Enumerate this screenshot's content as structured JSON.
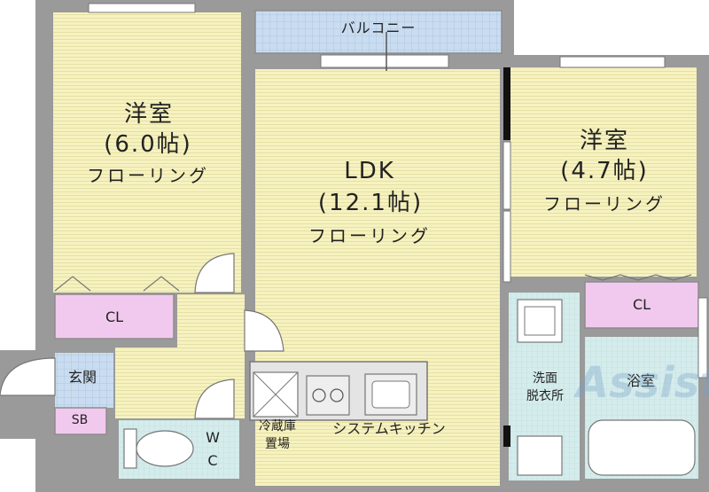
{
  "rooms": {
    "western_left": {
      "name": "洋室",
      "size": "(6.0帖)",
      "floor": "フローリング"
    },
    "ldk": {
      "name": "LDK",
      "size": "(12.1帖)",
      "floor": "フローリング"
    },
    "western_right": {
      "name": "洋室",
      "size": "(4.7帖)",
      "floor": "フローリング"
    },
    "closet_left": "CL",
    "closet_right": "CL",
    "balcony": "バルコニー",
    "entrance": "玄関",
    "shoe_box": "SB",
    "toilet": [
      "W",
      "C"
    ],
    "fridge": [
      "冷蔵庫",
      "置場"
    ],
    "kitchen": "システムキッチン",
    "washroom": [
      "洗面",
      "脱衣所"
    ],
    "bath": "浴室"
  },
  "watermark": "Assist",
  "colors": {
    "wall": "#8c8c8c",
    "room_floor": "#f6f2c0",
    "closet": "#f2c9ee",
    "balcony": "#c5d9ef",
    "wet_area": "#d3ecec"
  }
}
